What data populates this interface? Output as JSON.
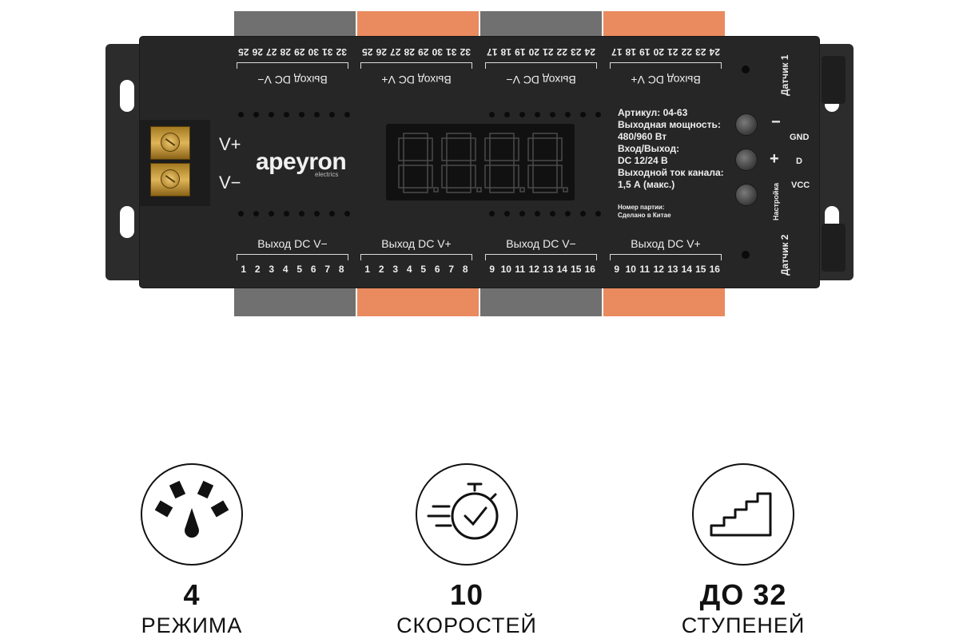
{
  "device": {
    "brand": "apeyron",
    "brand_sub": "electrics",
    "input_labels": {
      "plus": "V+",
      "minus": "V−"
    },
    "top_pins": [
      [
        "32",
        "31",
        "30",
        "29",
        "28",
        "27",
        "26",
        "25"
      ],
      [
        "32",
        "31",
        "30",
        "29",
        "28",
        "27",
        "26",
        "25"
      ],
      [
        "24",
        "23",
        "22",
        "21",
        "20",
        "19",
        "18",
        "17"
      ],
      [
        "24",
        "23",
        "22",
        "21",
        "20",
        "19",
        "18",
        "17"
      ]
    ],
    "top_labels": [
      "Выход DC V−",
      "Выход DC V+",
      "Выход DC V−",
      "Выход DC V+"
    ],
    "bottom_pins": [
      [
        "1",
        "2",
        "3",
        "4",
        "5",
        "6",
        "7",
        "8"
      ],
      [
        "1",
        "2",
        "3",
        "4",
        "5",
        "6",
        "7",
        "8"
      ],
      [
        "9",
        "10",
        "11",
        "12",
        "13",
        "14",
        "15",
        "16"
      ],
      [
        "9",
        "10",
        "11",
        "12",
        "13",
        "14",
        "15",
        "16"
      ]
    ],
    "bottom_labels": [
      "Выход DC V−",
      "Выход DC V+",
      "Выход DC V−",
      "Выход DC V+"
    ],
    "display_digits": "8.8.8.8.",
    "info_lines": [
      "Артикул: 04-63",
      "Выходная мощность:",
      "480/960 Вт",
      "Вход/Выход:",
      "DC 12/24 В",
      "Выходной ток канала:",
      "1,5 А (макс.)"
    ],
    "info_small": [
      "Номер партии:",
      "Сделано в Китае"
    ],
    "buttons": {
      "minus": "−",
      "plus": "+"
    },
    "sensor_pins": [
      "GND",
      "D",
      "VCC"
    ],
    "setup_label": "Настройка",
    "sensor1": "Датчик 1",
    "sensor2": "Датчик 2"
  },
  "features": [
    {
      "number": "4",
      "label": "РЕЖИМА",
      "icon": "speedometer-icon"
    },
    {
      "number": "10",
      "label": "СКОРОСТЕЙ",
      "icon": "stopwatch-icon"
    },
    {
      "number": "ДО 32",
      "label": "СТУПЕНЕЙ",
      "icon": "stairs-icon"
    }
  ],
  "colors": {
    "orange_block": "#e98a5f",
    "grey_block": "#707070",
    "body": "#262626",
    "segment": "#4a4a4a"
  }
}
